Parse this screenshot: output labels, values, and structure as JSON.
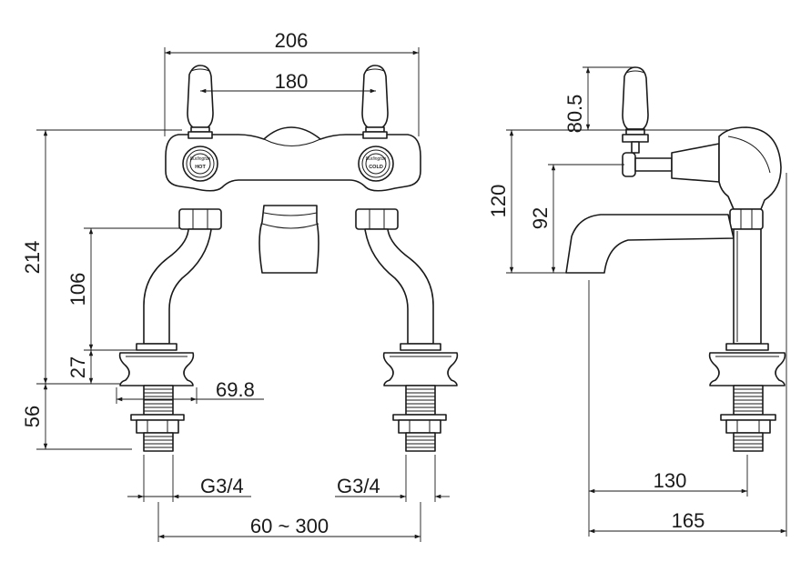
{
  "dimensions": {
    "overall_width": "206",
    "handle_centers": "180",
    "height_total": "214",
    "leg_height": "106",
    "base_height": "27",
    "shank_length": "56",
    "flange_width": "69.8",
    "thread_left": "G3/4",
    "thread_right": "G3/4",
    "center_range": "60 ~ 300",
    "side_handle_height": "80.5",
    "side_height": "120",
    "spout_height": "92",
    "spout_reach": "130",
    "overall_depth": "165"
  },
  "labels": {
    "hot_brand": "Burlington",
    "hot": "HOT",
    "cold_brand": "Burlington",
    "cold": "COLD"
  }
}
